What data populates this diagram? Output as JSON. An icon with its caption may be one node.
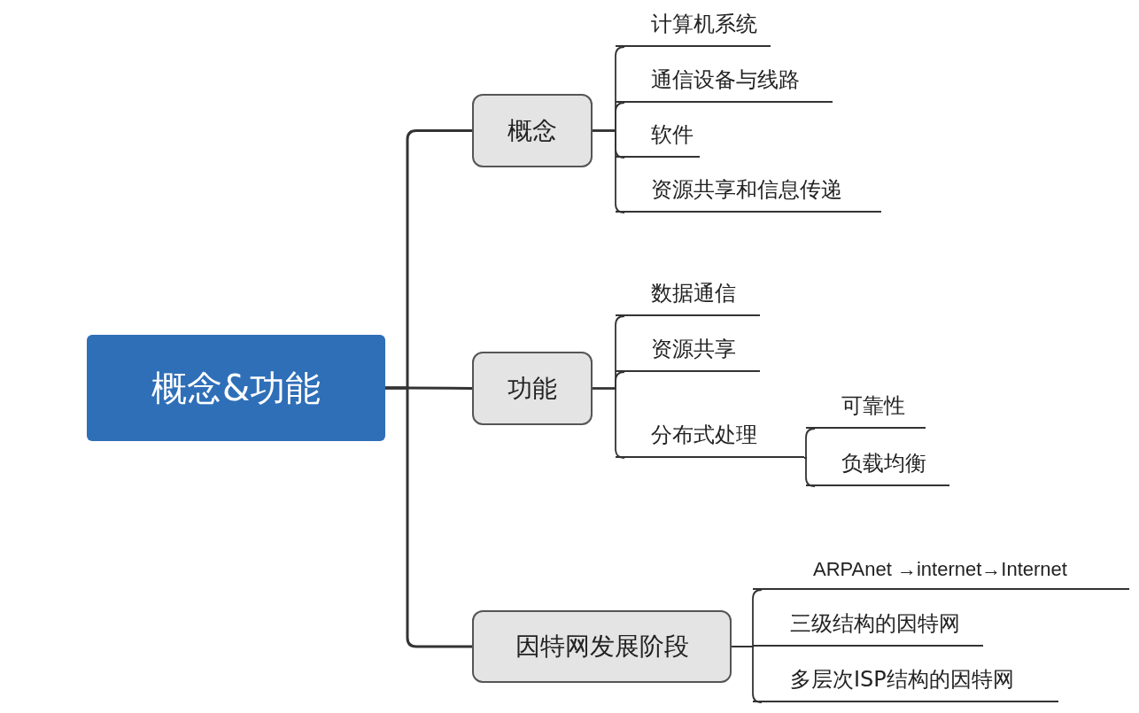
{
  "diagram": {
    "nodes": [
      {
        "text": [
          "概念&功能"
        ]
      },
      {
        "text": [
          "概念"
        ]
      },
      {
        "text": [
          "计算机系统"
        ]
      },
      {
        "text": [
          "通信设备与线路"
        ]
      },
      {
        "text": [
          "软件"
        ]
      },
      {
        "text": [
          "资源共享和信息传递"
        ]
      },
      {
        "text": [
          "功能"
        ]
      },
      {
        "text": [
          "数据通信"
        ]
      },
      {
        "text": [
          "资源共享"
        ]
      },
      {
        "text": [
          "分布式处理"
        ]
      },
      {
        "text": [
          "可靠性"
        ]
      },
      {
        "text": [
          "负载均衡"
        ]
      },
      {
        "text": [
          "因特网发展阶段"
        ]
      },
      {
        "text": [
          "ARPAnet →internet→Internet"
        ]
      },
      {
        "text": [
          "三级结构的因特网"
        ]
      },
      {
        "text": [
          "多层次ISP结构的因特网"
        ]
      }
    ],
    "edges": [
      {
        "from": 0,
        "to": 1,
        "arrow": "none"
      },
      {
        "from": 0,
        "to": 6,
        "arrow": "none"
      },
      {
        "from": 0,
        "to": 12,
        "arrow": "none"
      },
      {
        "from": 1,
        "to": 2,
        "arrow": "none"
      },
      {
        "from": 1,
        "to": 3,
        "arrow": "none"
      },
      {
        "from": 1,
        "to": 4,
        "arrow": "none"
      },
      {
        "from": 1,
        "to": 5,
        "arrow": "none"
      },
      {
        "from": 6,
        "to": 7,
        "arrow": "none"
      },
      {
        "from": 6,
        "to": 8,
        "arrow": "none"
      },
      {
        "from": 6,
        "to": 9,
        "arrow": "none"
      },
      {
        "from": 9,
        "to": 10,
        "arrow": "none"
      },
      {
        "from": 9,
        "to": 11,
        "arrow": "none"
      },
      {
        "from": 12,
        "to": 13,
        "arrow": "none"
      },
      {
        "from": 12,
        "to": 14,
        "arrow": "none"
      },
      {
        "from": 12,
        "to": 15,
        "arrow": "none"
      }
    ]
  }
}
